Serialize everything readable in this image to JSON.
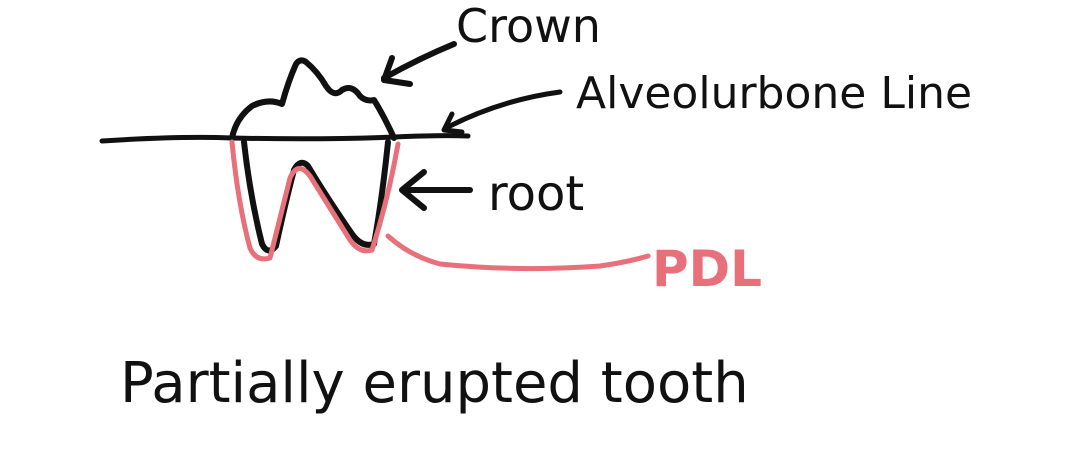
{
  "diagram": {
    "labels": {
      "crown": "Crown",
      "alveolar_bone_line": "Alveolurbone Line",
      "root": "root",
      "pdl": "PDL",
      "caption": "Partially erupted tooth"
    },
    "colors": {
      "ink": "#111111",
      "pdl": "#E8707A",
      "background": "#FFFFFF"
    }
  }
}
